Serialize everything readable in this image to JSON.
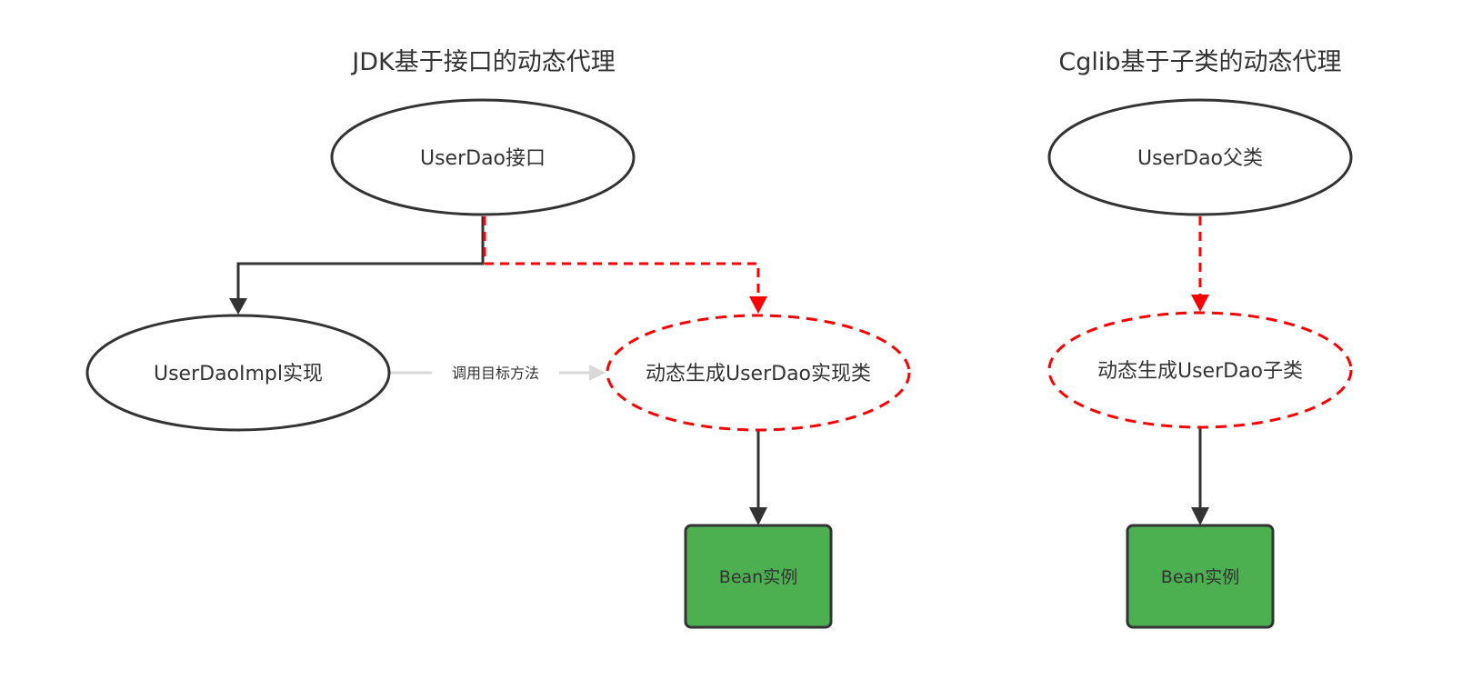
{
  "diagram": {
    "left_title": "JDK基于接口的动态代理",
    "right_title": "Cglib基于子类的动态代理",
    "colors": {
      "stroke": "#333333",
      "proxy_stroke": "#ff0000",
      "call_edge": "#d9d9d9",
      "bean_fill": "#4caf50",
      "text": "#333333"
    },
    "jdk": {
      "interface": "UserDao接口",
      "impl": "UserDaoImpl实现",
      "proxy": "动态生成UserDao实现类",
      "bean": "Bean实例",
      "call_label": "调用目标方法"
    },
    "cglib": {
      "parent": "UserDao父类",
      "proxy": "动态生成UserDao子类",
      "bean": "Bean实例"
    },
    "edges": [
      {
        "from": "UserDao接口",
        "to": "UserDaoImpl实现",
        "style": "solid"
      },
      {
        "from": "UserDao接口",
        "to": "动态生成UserDao实现类",
        "style": "dashed-red"
      },
      {
        "from": "UserDaoImpl实现",
        "to": "动态生成UserDao实现类",
        "style": "light",
        "label": "调用目标方法"
      },
      {
        "from": "动态生成UserDao实现类",
        "to": "Bean实例",
        "style": "solid"
      },
      {
        "from": "UserDao父类",
        "to": "动态生成UserDao子类",
        "style": "dashed-red"
      },
      {
        "from": "动态生成UserDao子类",
        "to": "Bean实例",
        "style": "solid"
      }
    ]
  }
}
